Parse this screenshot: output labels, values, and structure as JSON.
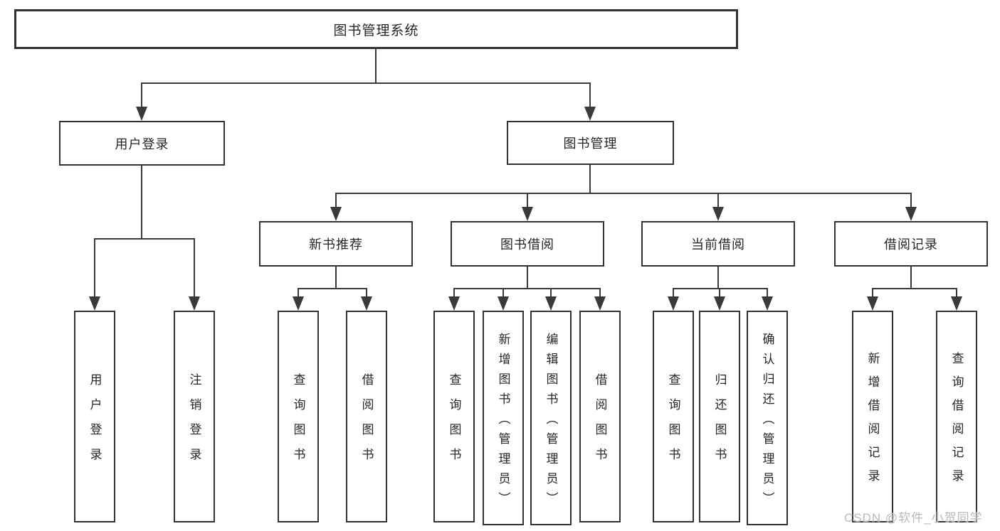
{
  "diagram_type": "hierarchy-tree",
  "watermark": "CSDN @软件_小贺同学",
  "colors": {
    "background": "#ffffff",
    "box_border": "#333333",
    "connector_line": "#3a3a3a",
    "text": "#262626",
    "watermark_text": "#b9b9b9"
  },
  "tree": {
    "label": "图书管理系统",
    "children": [
      {
        "label": "用户登录",
        "children": [
          {
            "label": "用户登录"
          },
          {
            "label": "注销登录"
          }
        ]
      },
      {
        "label": "图书管理",
        "children": [
          {
            "label": "新书推荐",
            "children": [
              {
                "label": "查询图书"
              },
              {
                "label": "借阅图书"
              }
            ]
          },
          {
            "label": "图书借阅",
            "children": [
              {
                "label": "查询图书"
              },
              {
                "label": "新增图书（管理员）"
              },
              {
                "label": "编辑图书（管理员）"
              },
              {
                "label": "借阅图书"
              }
            ]
          },
          {
            "label": "当前借阅",
            "children": [
              {
                "label": "查询图书"
              },
              {
                "label": "归还图书"
              },
              {
                "label": "确认归还（管理员）"
              }
            ]
          },
          {
            "label": "借阅记录",
            "children": [
              {
                "label": "新增借阅记录"
              },
              {
                "label": "查询借阅记录"
              }
            ]
          }
        ]
      }
    ]
  }
}
